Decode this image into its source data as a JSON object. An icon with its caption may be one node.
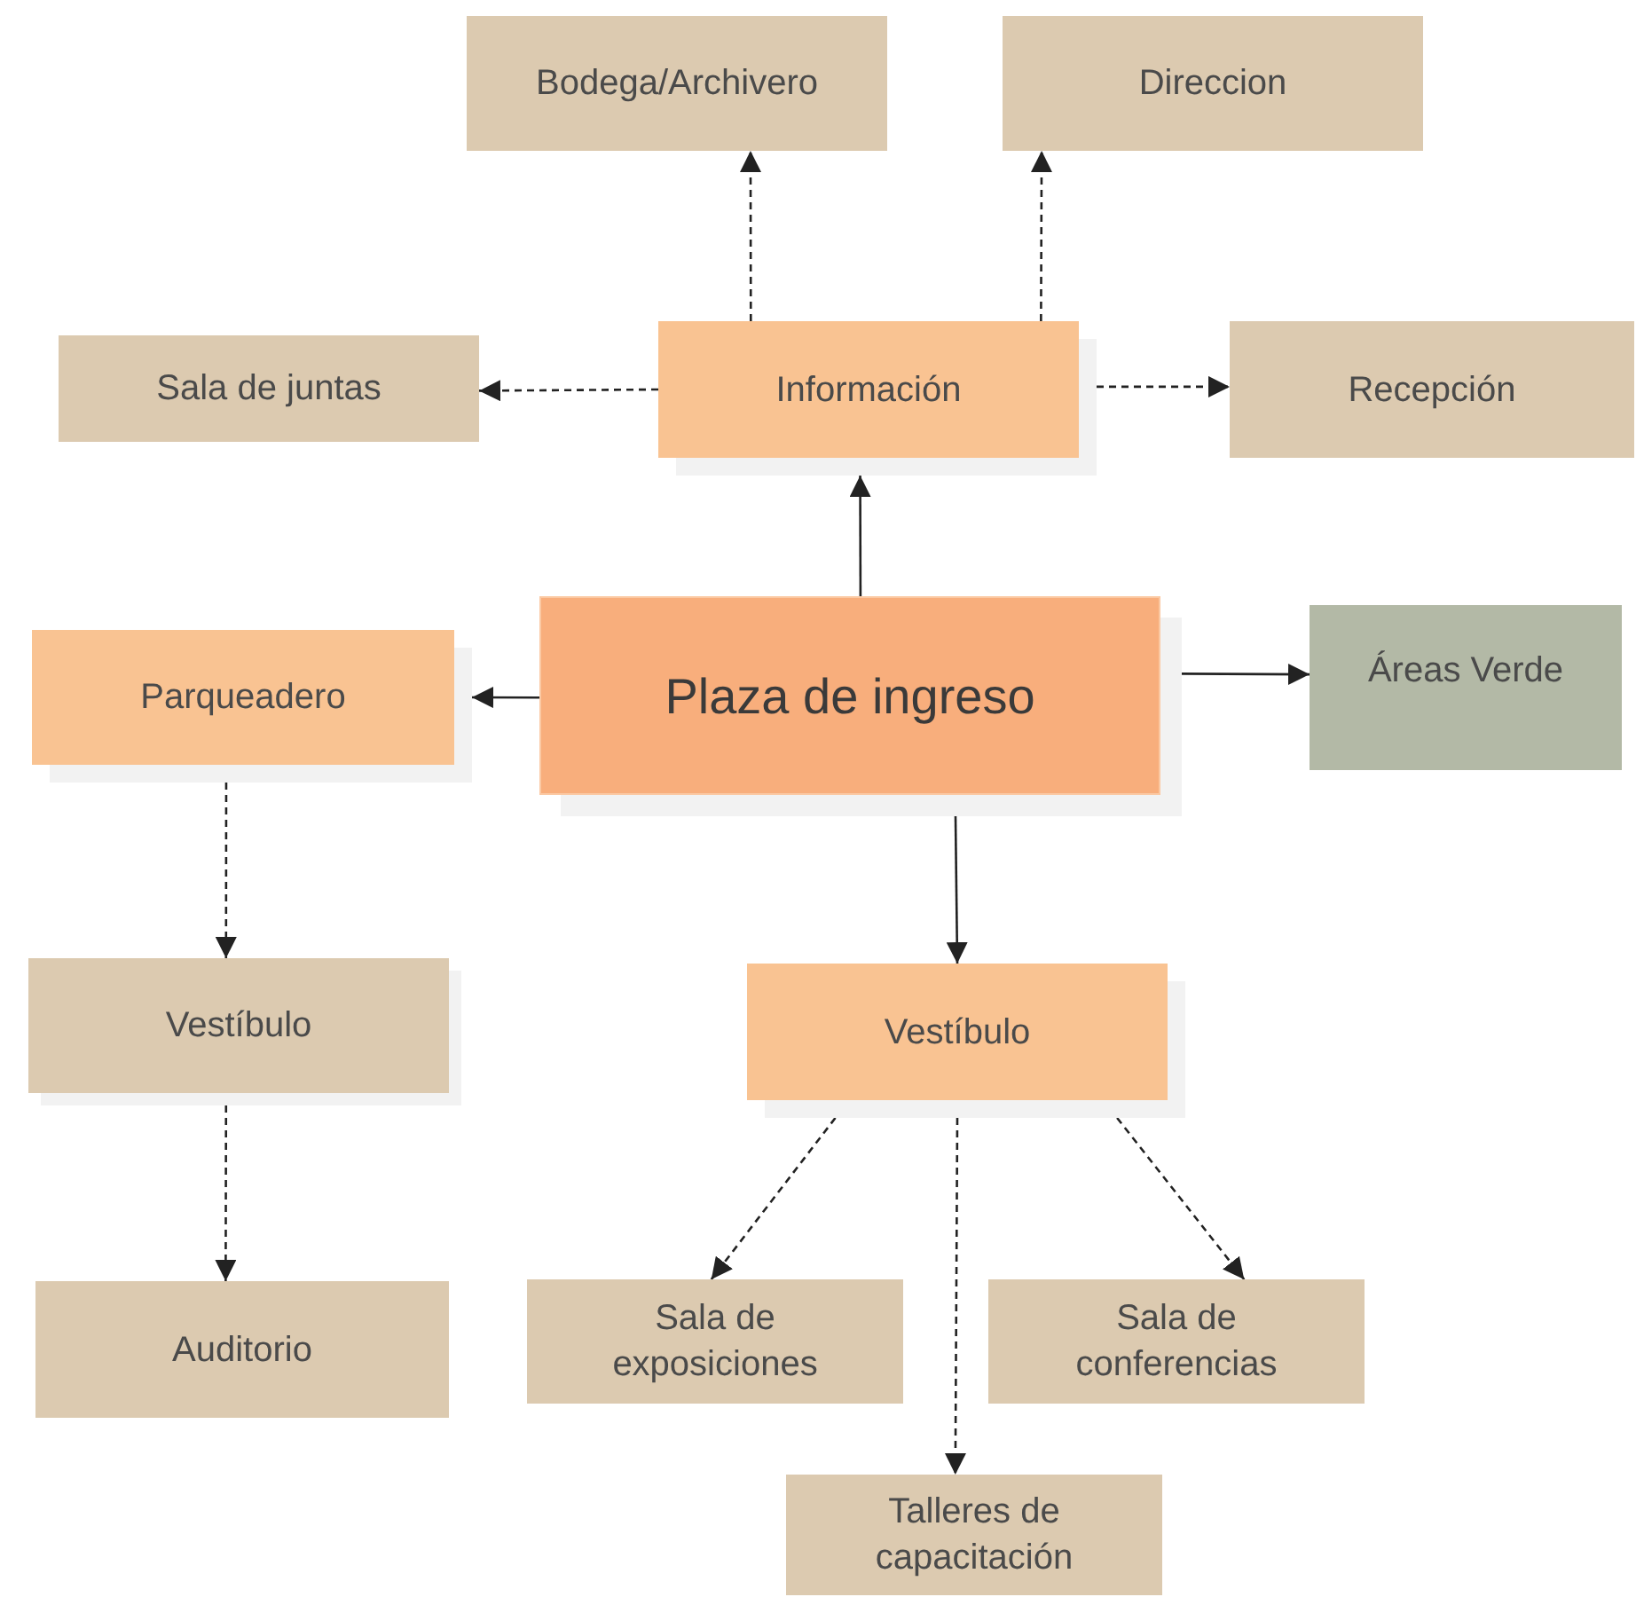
{
  "diagram": {
    "nodes": [
      {
        "text": [
          "Bodega/Archivero"
        ]
      },
      {
        "text": [
          "Direccion"
        ]
      },
      {
        "text": [
          "Sala de juntas"
        ]
      },
      {
        "text": [
          "Información"
        ]
      },
      {
        "text": [
          "Recepción"
        ]
      },
      {
        "text": [
          "Plaza de ingreso"
        ]
      },
      {
        "text": [
          "Parqueadero"
        ]
      },
      {
        "text": [
          "Áreas Verde"
        ]
      },
      {
        "text": [
          "Vestíbulo"
        ]
      },
      {
        "text": [
          "Vestíbulo"
        ]
      },
      {
        "text": [
          "Auditorio"
        ]
      },
      {
        "text": [
          "Sala de exposiciones"
        ]
      },
      {
        "text": [
          "Sala de conferencias"
        ]
      },
      {
        "text": [
          "Talleres de capacitación"
        ]
      }
    ],
    "edges": [
      {
        "from": 5,
        "to": 3,
        "arrow": "to"
      },
      {
        "from": 5,
        "to": 6,
        "arrow": "to"
      },
      {
        "from": 5,
        "to": 7,
        "arrow": "to"
      },
      {
        "from": 5,
        "to": 9,
        "arrow": "to"
      },
      {
        "from": 3,
        "to": 0,
        "arrow": "to",
        "style": "dashed"
      },
      {
        "from": 3,
        "to": 1,
        "arrow": "to",
        "style": "dashed"
      },
      {
        "from": 3,
        "to": 2,
        "arrow": "to",
        "style": "dashed"
      },
      {
        "from": 3,
        "to": 4,
        "arrow": "to",
        "style": "dashed"
      },
      {
        "from": 6,
        "to": 8,
        "arrow": "to",
        "style": "dashed"
      },
      {
        "from": 8,
        "to": 10,
        "arrow": "to",
        "style": "dashed"
      },
      {
        "from": 9,
        "to": 11,
        "arrow": "to",
        "style": "dashed"
      },
      {
        "from": 9,
        "to": 12,
        "arrow": "to",
        "style": "dashed"
      },
      {
        "from": 9,
        "to": 13,
        "arrow": "to",
        "style": "dashed"
      }
    ]
  }
}
